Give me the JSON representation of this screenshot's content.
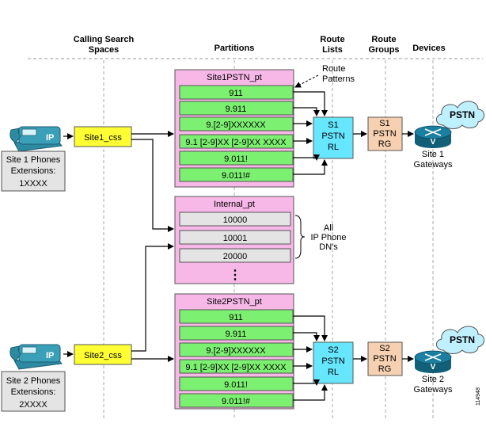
{
  "headers": {
    "calling_search_spaces_line1": "Calling Search",
    "calling_search_spaces_line2": "Spaces",
    "partitions": "Partitions",
    "route_lists_line1": "Route",
    "route_lists_line2": "Lists",
    "route_groups_line1": "Route",
    "route_groups_line2": "Groups",
    "devices": "Devices"
  },
  "site1": {
    "phone_label": "IP",
    "phones_line1": "Site 1 Phones",
    "phones_line2": "Extensions:",
    "phones_line3": "1XXXX",
    "css": "Site1_css",
    "partition_title": "Site1PSTN_pt",
    "patterns": [
      "911",
      "9.911",
      "9.[2-9]XXXXXX",
      "9.1 [2-9]XX [2-9]XX XXXX",
      "9.011!",
      "9.011!#"
    ],
    "route_list": [
      "S1",
      "PSTN",
      "RL"
    ],
    "route_group": [
      "S1",
      "PSTN",
      "RG"
    ],
    "gateway_letter": "V",
    "gateways_line1": "Site 1",
    "gateways_line2": "Gateways",
    "cloud": "PSTN"
  },
  "site2": {
    "phone_label": "IP",
    "phones_line1": "Site 2 Phones",
    "phones_line2": "Extensions:",
    "phones_line3": "2XXXX",
    "css": "Site2_css",
    "partition_title": "Site2PSTN_pt",
    "patterns": [
      "911",
      "9.911",
      "9.[2-9]XXXXXX",
      "9.1 [2-9]XX [2-9]XX XXXX",
      "9.011!",
      "9.011!#"
    ],
    "route_list": [
      "S2",
      "PSTN",
      "RL"
    ],
    "route_group": [
      "S2",
      "PSTN",
      "RG"
    ],
    "gateway_letter": "V",
    "gateways_line1": "Site 2",
    "gateways_line2": "Gateways",
    "cloud": "PSTN"
  },
  "internal": {
    "partition_title": "Internal_pt",
    "dns": [
      "10000",
      "10001",
      "20000"
    ],
    "ellipsis": "⋮",
    "note_line1": "All",
    "note_line2": "IP Phone",
    "note_line3": "DN's"
  },
  "route_patterns_note_line1": "Route",
  "route_patterns_note_line2": "Patterns",
  "figure_number": "114948",
  "colors": {
    "partition_fill": "#f7b8e8",
    "pattern_fill": "#7cf070",
    "dn_fill": "#e4e4e4",
    "css_fill": "#ffff33",
    "route_list_fill": "#66e6ff",
    "route_group_fill": "#f6d0b0",
    "phone": "#3aa0b8",
    "router": "#1a7fa0",
    "cloud": "#bff0ff"
  }
}
